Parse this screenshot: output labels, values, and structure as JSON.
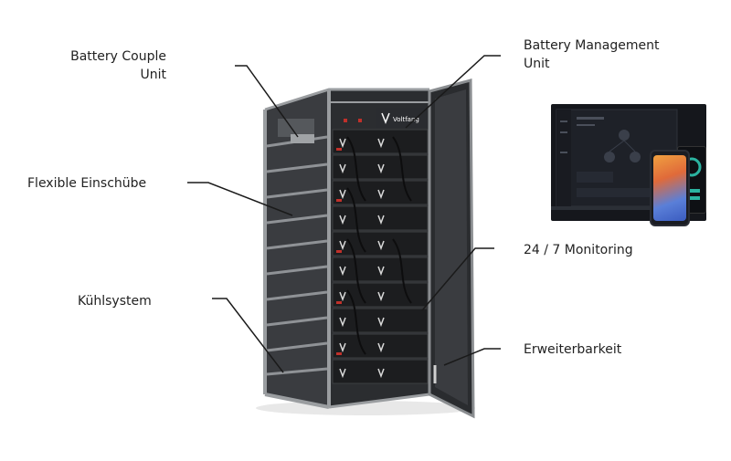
{
  "labels": {
    "battery_couple_unit": [
      "Battery Couple",
      "Unit"
    ],
    "flexible_einschuebe": "Flexible Einschübe",
    "kuehlsystem": "Kühlsystem",
    "battery_management_unit": [
      "Battery Management",
      "Unit"
    ],
    "monitoring": "24 / 7 Monitoring",
    "erweiterbarkeit": "Erweiterbarkeit"
  },
  "brand_logo_text": "Voltfang",
  "colors": {
    "cabinet_frame": "#8a8d90",
    "cabinet_body": "#2b2d30",
    "module_face": "#1c1d1f",
    "accent_red": "#c0302a",
    "leader_line": "#1a1a1a"
  },
  "icons": [
    "battery-cabinet-illustration",
    "monitor-dashboard-image",
    "smartphone-app-image"
  ]
}
